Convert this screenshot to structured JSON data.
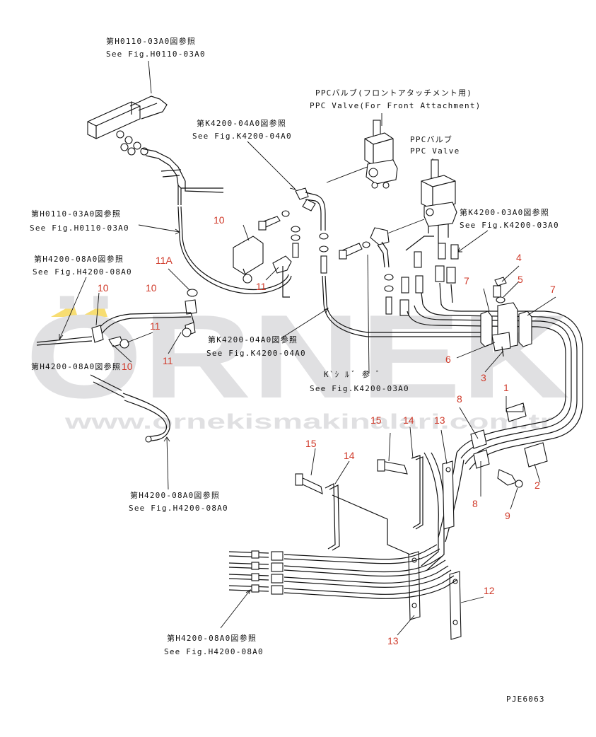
{
  "references": {
    "h0110_top": {
      "jp": "第H0110-03A0図参照",
      "en": "See Fig.H0110-03A0"
    },
    "k4200_04_top": {
      "jp": "第K4200-04A0図参照",
      "en": "See Fig.K4200-04A0"
    },
    "ppc_front": {
      "jp": "PPCバルブ(フロントアタッチメント用)",
      "en": "PPC Valve(For Front Attachment)"
    },
    "ppc": {
      "jp": "PPCバルブ",
      "en": "PPC Valve"
    },
    "k4200_03_right": {
      "jp": "第K4200-03A0図参照",
      "en": "See Fig.K4200-03A0"
    },
    "h0110_left": {
      "jp": "第H0110-03A0図参照",
      "en": "See Fig.H0110-03A0"
    },
    "h4200_left": {
      "jp": "第H4200-08A0図参照",
      "en": "See Fig.H4200-08A0"
    },
    "k4200_04_mid": {
      "jp": "第K4200-04A0図参照",
      "en": "See Fig.K4200-04A0"
    },
    "k4200_03_mid": {
      "jp": "K`ｼ   ﾙ ﾞ  参 ﾞ",
      "en": "See Fig.K4200-03A0"
    },
    "h4200_bottom_left": {
      "jp": "第H4200-08A0図参照",
      "en": "See Fig.H4200-08A0"
    },
    "h4200_bottom": {
      "jp": "第H4200-08A0図参照",
      "en": "See Fig.H4200-08A0"
    }
  },
  "callouts": {
    "c10a": "10",
    "c11a_label": "11A",
    "c10b": "10",
    "c10c": "10",
    "c11b": "11",
    "c11c": "11",
    "c10d": "10",
    "c11d": "11",
    "c4": "4",
    "c5": "5",
    "c7a": "7",
    "c7b": "7",
    "c6": "6",
    "c3": "3",
    "c1": "1",
    "c8a": "8",
    "c15a": "15",
    "c14a": "14",
    "c13a": "13",
    "c2": "2",
    "c8b": "8",
    "c9": "9",
    "c15b": "15",
    "c14b": "14",
    "c12": "12",
    "c13b": "13"
  },
  "watermark": {
    "brand": "ÖRNEK",
    "url": "www.ornekismakinalari.com.tr",
    "accent_color": "#f2c200",
    "gray": "#c8c8cc"
  },
  "drawing_code": "PJE6063"
}
